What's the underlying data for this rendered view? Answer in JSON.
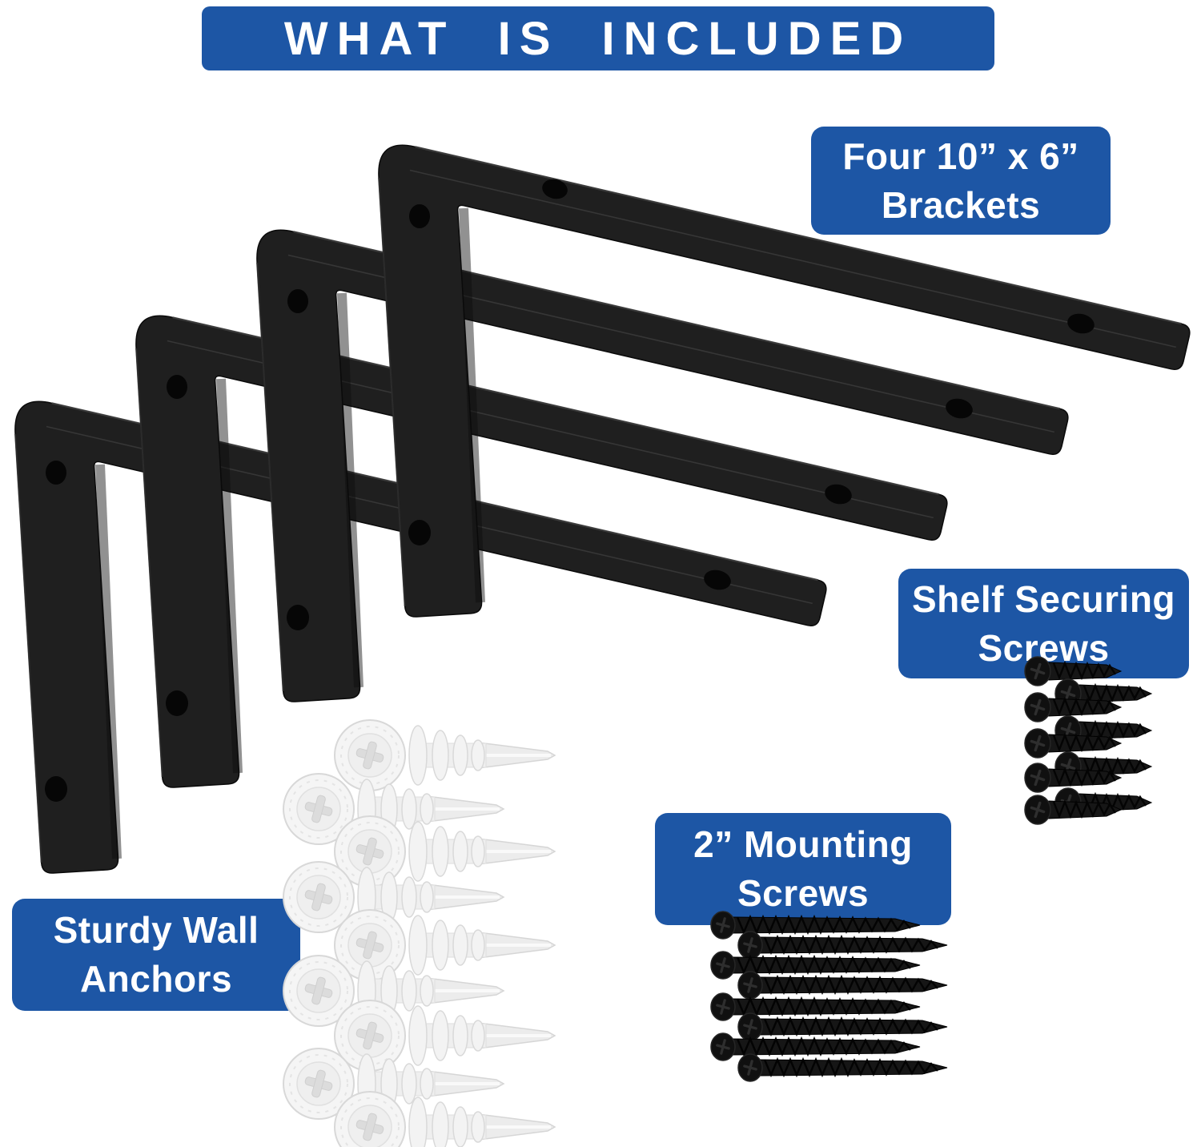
{
  "banner": {
    "title": "WHAT IS INCLUDED"
  },
  "callouts": {
    "brackets": {
      "line1": "Four 10” x 6”",
      "line2": "Brackets"
    },
    "shelf_screws": {
      "line1": "Shelf Securing",
      "line2": "Screws"
    },
    "mounting_screws": {
      "line1": "2” Mounting",
      "line2": "Screws"
    },
    "wall_anchors": {
      "line1": "Sturdy Wall",
      "line2": "Anchors"
    }
  },
  "graphics": {
    "brackets_count": 4,
    "shelf_screws_count": 9,
    "mounting_screws_count": 8,
    "wall_anchors_count": 9
  },
  "colors": {
    "background": "#ffffff",
    "callout_blue": "#1d56a5",
    "callout_text": "#ffffff",
    "bracket_black": "#1f1f1f",
    "screw_black": "#141414",
    "anchor_white": "#f5f5f5"
  }
}
